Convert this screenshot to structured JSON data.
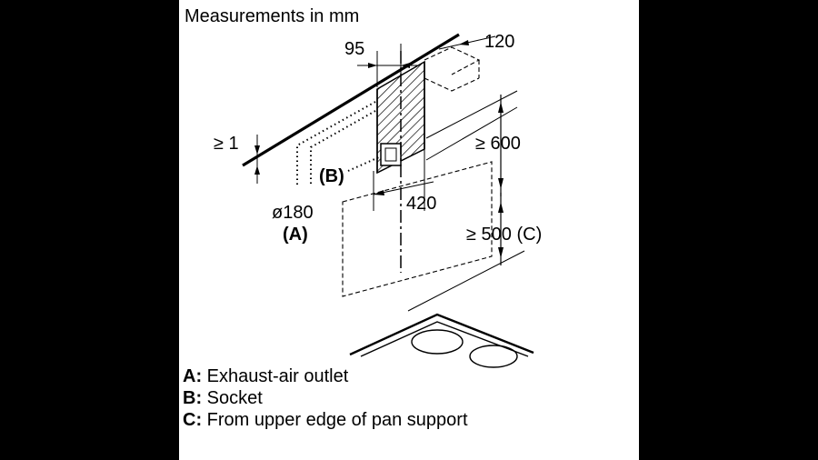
{
  "diagram": {
    "title": "Measurements in mm",
    "dimensions": {
      "d95": "95",
      "d120": "120",
      "d1": "≥ 1",
      "d600": "≥ 600",
      "d420": "420",
      "d180": "ø180",
      "d500": "≥ 500 (C)"
    },
    "callouts": {
      "a": "(A)",
      "b": "(B)"
    },
    "legend": [
      {
        "key": "A:",
        "text": "Exhaust-air outlet"
      },
      {
        "key": "B:",
        "text": "Socket"
      },
      {
        "key": "C:",
        "text": "From upper edge of pan support"
      }
    ]
  }
}
